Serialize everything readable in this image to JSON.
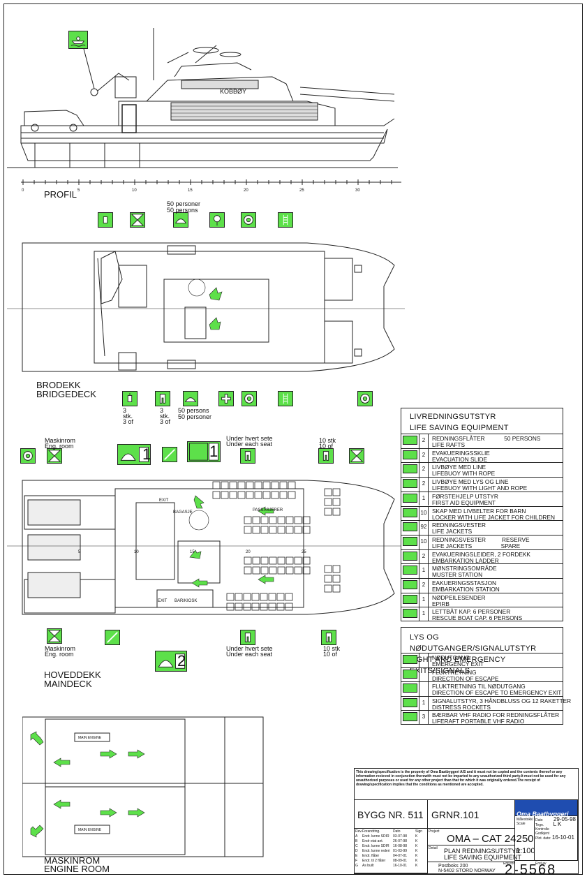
{
  "views": {
    "profile": "PROFIL",
    "bridge": [
      "BRODEKK",
      "BRIDGEDECK"
    ],
    "main": [
      "HOVEDDEKK",
      "MAINDECK"
    ],
    "engine": [
      "MASKINROM",
      "ENGINE ROOM"
    ]
  },
  "ship_name": "KOBBØY",
  "scale_ticks": [
    "0",
    "5",
    "10",
    "15",
    "20",
    "25",
    "30"
  ],
  "bridge_labels": {
    "top_persons": [
      "50 personer",
      "50 persons"
    ],
    "bottom_persons": [
      "50 persons",
      "50 personer"
    ],
    "stk1": [
      "3",
      "stk.",
      "3 of"
    ],
    "stk2": [
      "3",
      "stk.",
      "3 of"
    ]
  },
  "main_labels": {
    "maskinrom_top": [
      "Maskinrom",
      "Eng. room"
    ],
    "maskinrom_bottom": [
      "Maskinrom",
      "Eng. room"
    ],
    "under_seat_top": [
      "Under hvert sete",
      "Under each seat"
    ],
    "under_seat_bottom": [
      "Under hvert sete",
      "Under each seat"
    ],
    "stk_top": [
      "10 stk",
      "10 of"
    ],
    "stk_bottom": [
      "10 stk",
      "10 of"
    ],
    "raft_number_1": "1",
    "muster_number_1": "1",
    "raft_number_2": "2",
    "passasjerer": "PASSASJERER",
    "bagasje": "BAGASJE",
    "barcorner": "BAR/KIOSK",
    "exit1": "EXIT",
    "exit2": "EXIT",
    "frames": [
      "5",
      "10",
      "15",
      "20",
      "25"
    ]
  },
  "engine_labels": [
    "MAIN ENGINE",
    "MAIN ENGINE"
  ],
  "legend_lifesaving": {
    "title_no": "LIVREDNINGSUTSTYR",
    "title_en": "LIFE SAVING EQUIPMENT",
    "rows": [
      {
        "icon": "liferaft-icon",
        "qty": "2",
        "l1": "REDNINGSFLÅTER            50 PERSONS",
        "l2": "LIFE RAFTS"
      },
      {
        "icon": "evacuation-slide-icon",
        "qty": "2",
        "l1": "EVAKUERINGSSKLIE",
        "l2": "EVACUATION SLIDE"
      },
      {
        "icon": "lifebuoy-rope-icon",
        "qty": "2",
        "l1": "LIVBØYE MED LINE",
        "l2": "LIFEBUOY WITH ROPE"
      },
      {
        "icon": "lifebuoy-light-icon",
        "qty": "2",
        "l1": "LIVBØYE MED LYS OG LINE",
        "l2": "LIFEBUOY WITH LIGHT AND ROPE"
      },
      {
        "icon": "first-aid-icon",
        "qty": "1",
        "l1": "FØRSTEHJELP UTSTYR",
        "l2": "FIRST AID EQUIPMENT"
      },
      {
        "icon": "child-jacket-icon",
        "qty": "10",
        "l1": "SKAP MED LIVBELTER FOR BARN",
        "l2": "LOCKER WITH LIFE JACKET FOR CHILDREN"
      },
      {
        "icon": "life-jacket-icon",
        "qty": "92",
        "l1": "REDNINGSVESTER",
        "l2": "LIFE JACKETS"
      },
      {
        "icon": "life-jacket-icon",
        "qty": "10",
        "l1": "REDNINGSVESTER          RESERVE",
        "l2": "LIFE JACKETS                  SPARE"
      },
      {
        "icon": "ladder-icon",
        "qty": "2",
        "l1": "EVAKUERINGSLEIDER, 2 FORDEKK",
        "l2": "EMBARKATION LADDER"
      },
      {
        "icon": "muster-station-icon",
        "qty": "1",
        "l1": "MØNSTRINGSOMRÅDE",
        "l2": "MUSTER STATION"
      },
      {
        "icon": "embarkation-station-icon",
        "qty": "2",
        "l1": "EAKUERINGSSTASJON",
        "l2": "EMBARKATION STATION"
      },
      {
        "icon": "epirb-icon",
        "qty": "1",
        "l1": "NØDPEILESENDER",
        "l2": "EPIRB"
      },
      {
        "icon": "rescue-boat-icon",
        "qty": "1",
        "l1": "LETTBÅT KAP. 6 PERSONER",
        "l2": "RESCUE BOAT CAP. 6 PERSONS"
      }
    ]
  },
  "legend_exits": {
    "title_no": "LYS OG NØDUTGANGER/SIGNALUTSTYR",
    "title_en": "LIGHT AND EMERGENCY EXITS/SIGNALS",
    "rows": [
      {
        "icon": "emergency-exit-icon",
        "qty": "",
        "l1": "NØDUTGANG",
        "l2": "EMERGENCY EXIT"
      },
      {
        "icon": "escape-direction-icon",
        "qty": "",
        "l1": "FLUKTRETNING",
        "l2": "DIRECTION OF ESCAPE"
      },
      {
        "icon": "escape-exit-direction-icon",
        "qty": "",
        "l1": "FLUKTRETNING TIL NØDUTGANG",
        "l2": "DIRECTION OF ESCAPE TO EMERGENCY EXIT"
      },
      {
        "icon": "distress-rocket-icon",
        "qty": "1",
        "l1": "SIGNALUTSTYR, 3 HÅNDBLUSS OG 12 RAKETTER",
        "l2": "DISTRESS ROCKETS"
      },
      {
        "icon": "vhf-radio-icon",
        "qty": "3",
        "l1": "BÆRBAR VHF RADIO FOR REDNINGSFLÅTER",
        "l2": "LIFERAFT PORTABLE VHF RADIO"
      }
    ]
  },
  "title_block": {
    "disclaimer": "This drawing/specification is the property of Oma Baatbyggeri A/S and it must not be copied and the contents thereof or any information recieved in conjunction therewith must not be imparted to any unauthorized third party.It must not be used for any unauthorized purposes or used for any other project than that for which it was originally ordered.The receipt of drawing/specification implies that the conditions as mentioned are accepted.",
    "bygg": "BYGG NR. 511",
    "grnr": "GRNR.101",
    "company": "Oma Baatbyggeri a.s",
    "project_lbl": "Project",
    "project": "OMA – CAT 24250",
    "detail_lbl": "Detail",
    "detail1": "PLAN REDNINGSUTSTYR",
    "detail2": "LIFE SAVING EQUIPMENT",
    "scale_lbl": "Målestokk/ Scale",
    "scale": "1:100",
    "date_lbl": "Dato",
    "date": "29-05-98",
    "tegn_lbl": "Tegn.",
    "tegn": "L K",
    "kontr_lbl": "Kontrolle",
    "godk_lbl": "Godkjent",
    "plot_lbl": "Plot. dato:",
    "plot": "16-10-01",
    "erst_for": "Erst.for",
    "erst_av": "Erst.av",
    "address1": "Postboks 200",
    "address2": "N-5402 STORD NORWAY",
    "drawing_no": "2-5568",
    "rev_headers": [
      "Rev.",
      "Forandring.",
      "Dato",
      "Sign"
    ],
    "revisions": [
      [
        "A",
        "Endr. lunne SDIR",
        "03-07-98",
        "K"
      ],
      [
        "B",
        "Endr etat ant.",
        "26-07-98",
        "K"
      ],
      [
        "C",
        "Endr. lunne SDIR",
        "16-08-98",
        "K"
      ],
      [
        "D",
        "Endr. lunne rederi",
        "01-03-99",
        "K"
      ],
      [
        "E",
        "Endr. flåter",
        "04-07-01",
        "K"
      ],
      [
        "F",
        "Endr. til 2 flåter",
        "08-09-01",
        "K"
      ],
      [
        "G",
        "As built",
        "16-10-01",
        "K"
      ]
    ]
  },
  "colors": {
    "accent": "#5de04a",
    "line": "#222222"
  }
}
